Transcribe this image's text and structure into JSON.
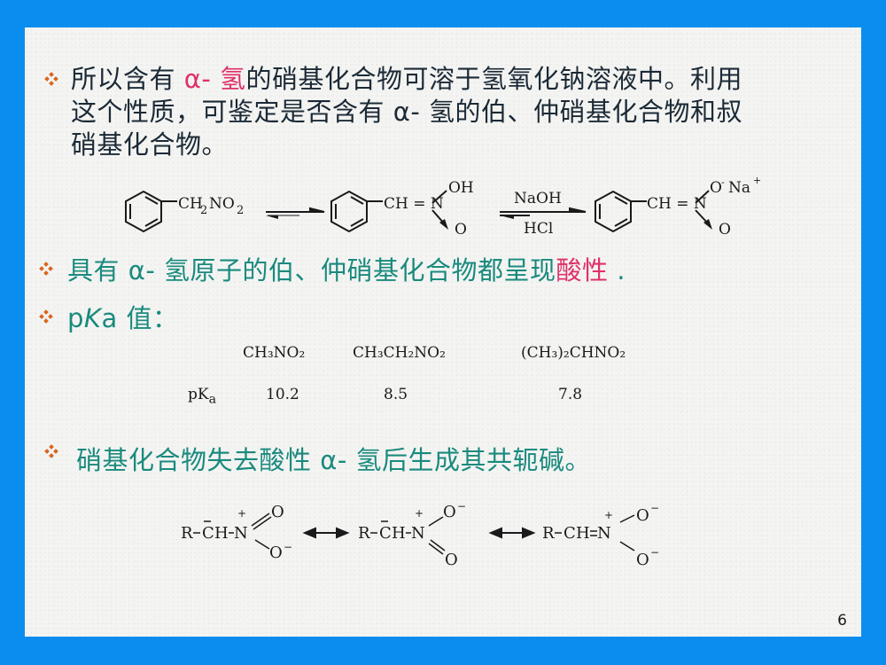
{
  "slide": {
    "page_number": "6",
    "colors": {
      "border": "#0b8df0",
      "background": "#f4f5f3",
      "dark_text": "#1c2a36",
      "teal_text": "#1a8a7e",
      "highlight_pink": "#e0306a",
      "bullet_orange": "#d9651e"
    },
    "bullet_icon": "diamond-cluster-icon"
  },
  "paragraph1": {
    "prefix": "所以含有 ",
    "highlight": "α- 氢",
    "line1_rest": "的硝基化合物可溶于氢氧化钠溶液中。利用",
    "line2": "这个性质，可鉴定是否含有 α- 氢的伯、仲硝基化合物和叔",
    "line3": "硝基化合物。"
  },
  "reaction1": {
    "reactant": {
      "group": "CH",
      "sub1": "2",
      "n": "NO",
      "sub2": "2"
    },
    "intermediate": {
      "chain": "CH = N",
      "top": "OH",
      "bottom": "O"
    },
    "reagent_forward": "NaOH",
    "reagent_reverse": "HCl",
    "product": {
      "chain": "CH = N",
      "top": "O",
      "top_charge": "-",
      "cation": "Na",
      "cation_charge": "+",
      "bottom": "O"
    }
  },
  "paragraph2": {
    "text": "具有 α- 氢原子的伯、仲硝基化合物都呈现",
    "highlight": "酸性",
    "suffix": " ."
  },
  "paragraph3": {
    "p": "p",
    "k": "K",
    "a": "a",
    "rest": " 值："
  },
  "pka_table": {
    "label": "pK",
    "label_sub": "a",
    "compounds": [
      {
        "formula": "CH₃NO₂",
        "pka": "10.2"
      },
      {
        "formula": "CH₃CH₂NO₂",
        "pka": "8.5"
      },
      {
        "formula": "(CH₃)₂CHNO₂",
        "pka": "7.8"
      }
    ]
  },
  "paragraph4": {
    "text": "硝基化合物失去酸性 α- 氢后生成其共轭碱。"
  },
  "resonance": {
    "structures": [
      {
        "left": "R",
        "carbon": "C",
        "h": "H",
        "n": "N",
        "n_charge": "+",
        "top": "O",
        "bottom": "O",
        "bottom_charge": "−"
      },
      {
        "left": "R",
        "carbon": "C",
        "h": "H",
        "n": "N",
        "n_charge": "+",
        "top": "O",
        "top_charge": "−",
        "bottom": "O"
      },
      {
        "left": "R",
        "carbon": "C",
        "h": "H",
        "n": "N",
        "n_charge": "+",
        "top": "O",
        "top_charge": "−",
        "bottom": "O",
        "bottom_charge": "−"
      }
    ]
  }
}
